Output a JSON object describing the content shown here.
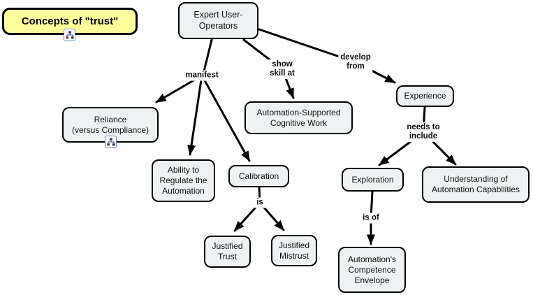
{
  "title": "Concepts of \"trust\"",
  "nodes": {
    "expert_user_operators": {
      "label": "Expert User-\nOperators"
    },
    "reliance": {
      "label": "Reliance\n(versus Compliance)",
      "has_resource_icon": true
    },
    "ability_to_regulate": {
      "label": "Ability to\nRegulate the\nAutomation"
    },
    "calibration": {
      "label": "Calibration"
    },
    "automation_supported_cognitive_work": {
      "label": "Automation-Supported\nCognitive Work"
    },
    "experience": {
      "label": "Experience"
    },
    "exploration": {
      "label": "Exploration"
    },
    "understanding_automation_capabilities": {
      "label": "Understanding of\nAutomation Capabilities"
    },
    "automations_competence_envelope": {
      "label": "Automation's\nCompetence\nEnvelope"
    },
    "justified_trust": {
      "label": "Justified\nTrust"
    },
    "justified_mistrust": {
      "label": "Justified\nMistrust"
    }
  },
  "edge_labels": {
    "manifest": "manifest",
    "show_skill_at": "show\nskill at",
    "develop_from": "develop\nfrom",
    "needs_to_include": "needs to\ninclude",
    "is": "is",
    "is_of": "is of"
  },
  "propositions": [
    {
      "from": "Expert User-Operators",
      "label": "manifest",
      "to": [
        "Reliance (versus Compliance)",
        "Ability to Regulate the Automation",
        "Calibration"
      ]
    },
    {
      "from": "Expert User-Operators",
      "label": "show skill at",
      "to": [
        "Automation-Supported Cognitive Work"
      ]
    },
    {
      "from": "Expert User-Operators",
      "label": "develop from",
      "to": [
        "Experience"
      ]
    },
    {
      "from": "Experience",
      "label": "needs to include",
      "to": [
        "Exploration",
        "Understanding of Automation Capabilities"
      ]
    },
    {
      "from": "Exploration",
      "label": "is of",
      "to": [
        "Automation's Competence Envelope"
      ]
    },
    {
      "from": "Calibration",
      "label": "is",
      "to": [
        "Justified Trust",
        "Justified Mistrust"
      ]
    }
  ],
  "colors": {
    "title_fill": "#ffff9c",
    "node_fill": "#eef2f3",
    "border": "#000000",
    "line": "#000000",
    "resource_icon_border": "#5a8ad0"
  },
  "title_has_resource_icon": true
}
